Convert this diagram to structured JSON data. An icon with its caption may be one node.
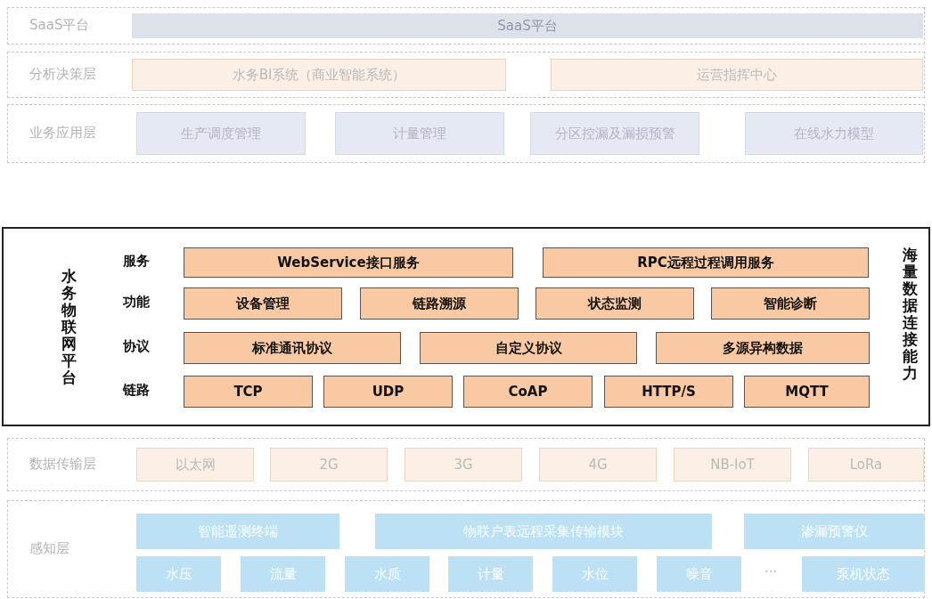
{
  "diagram": {
    "nodes": [
      {
        "text": [
          "SaaS平台"
        ]
      },
      {
        "text": [
          "SaaS平台"
        ],
        "in": 0
      },
      {
        "text": [
          "分析决策层"
        ]
      },
      {
        "text": [
          "水务BI系统（商业智能系统）"
        ],
        "in": 2
      },
      {
        "text": [
          "运营指挥中心"
        ],
        "in": 2
      },
      {
        "text": [
          "业务应用层"
        ]
      },
      {
        "text": [
          "生产调度管理"
        ],
        "in": 5
      },
      {
        "text": [
          "计量管理"
        ],
        "in": 5
      },
      {
        "text": [
          "分区控漏及漏损预警"
        ],
        "in": 5
      },
      {
        "text": [
          "在线水力模型"
        ],
        "in": 5
      },
      {
        "text": [
          "水务物联网平台",
          "海量数据连接能力"
        ]
      },
      {
        "text": [
          "WebService接口服务"
        ],
        "in": 10
      },
      {
        "text": [
          "RPC远程过程调用服务"
        ],
        "in": 10
      },
      {
        "text": [
          "设备管理"
        ],
        "in": 10
      },
      {
        "text": [
          "链路溯源"
        ],
        "in": 10
      },
      {
        "text": [
          "状态监测"
        ],
        "in": 10
      },
      {
        "text": [
          "智能诊断"
        ],
        "in": 10
      },
      {
        "text": [
          "标准通讯协议"
        ],
        "in": 10
      },
      {
        "text": [
          "自定义协议"
        ],
        "in": 10
      },
      {
        "text": [
          "多源异构数据"
        ],
        "in": 10
      },
      {
        "text": [
          "TCP"
        ],
        "in": 10
      },
      {
        "text": [
          "UDP"
        ],
        "in": 10
      },
      {
        "text": [
          "CoAP"
        ],
        "in": 10
      },
      {
        "text": [
          "HTTP/S"
        ],
        "in": 10
      },
      {
        "text": [
          "MQTT"
        ],
        "in": 10
      },
      {
        "text": [
          "数据传输层"
        ]
      },
      {
        "text": [
          "以太网"
        ],
        "in": 25
      },
      {
        "text": [
          "2G"
        ],
        "in": 25
      },
      {
        "text": [
          "3G"
        ],
        "in": 25
      },
      {
        "text": [
          "4G"
        ],
        "in": 25
      },
      {
        "text": [
          "NB-IoT"
        ],
        "in": 25
      },
      {
        "text": [
          "LoRa"
        ],
        "in": 25
      },
      {
        "text": [
          "感知层"
        ]
      },
      {
        "text": [
          "智能遥测终端"
        ],
        "in": 32
      },
      {
        "text": [
          "物联户表远程采集传输模块"
        ],
        "in": 32
      },
      {
        "text": [
          "渗漏预警仪"
        ],
        "in": 32
      },
      {
        "text": [
          "水压"
        ],
        "in": 32
      },
      {
        "text": [
          "流量"
        ],
        "in": 32
      },
      {
        "text": [
          "水质"
        ],
        "in": 32
      },
      {
        "text": [
          "计量"
        ],
        "in": 32
      },
      {
        "text": [
          "水位"
        ],
        "in": 32
      },
      {
        "text": [
          "噪音"
        ],
        "in": 32
      },
      {
        "text": [
          "泵机状态"
        ],
        "in": 32
      }
    ],
    "labels": [
      "服务",
      "功能",
      "协议",
      "链路",
      "···"
    ]
  }
}
